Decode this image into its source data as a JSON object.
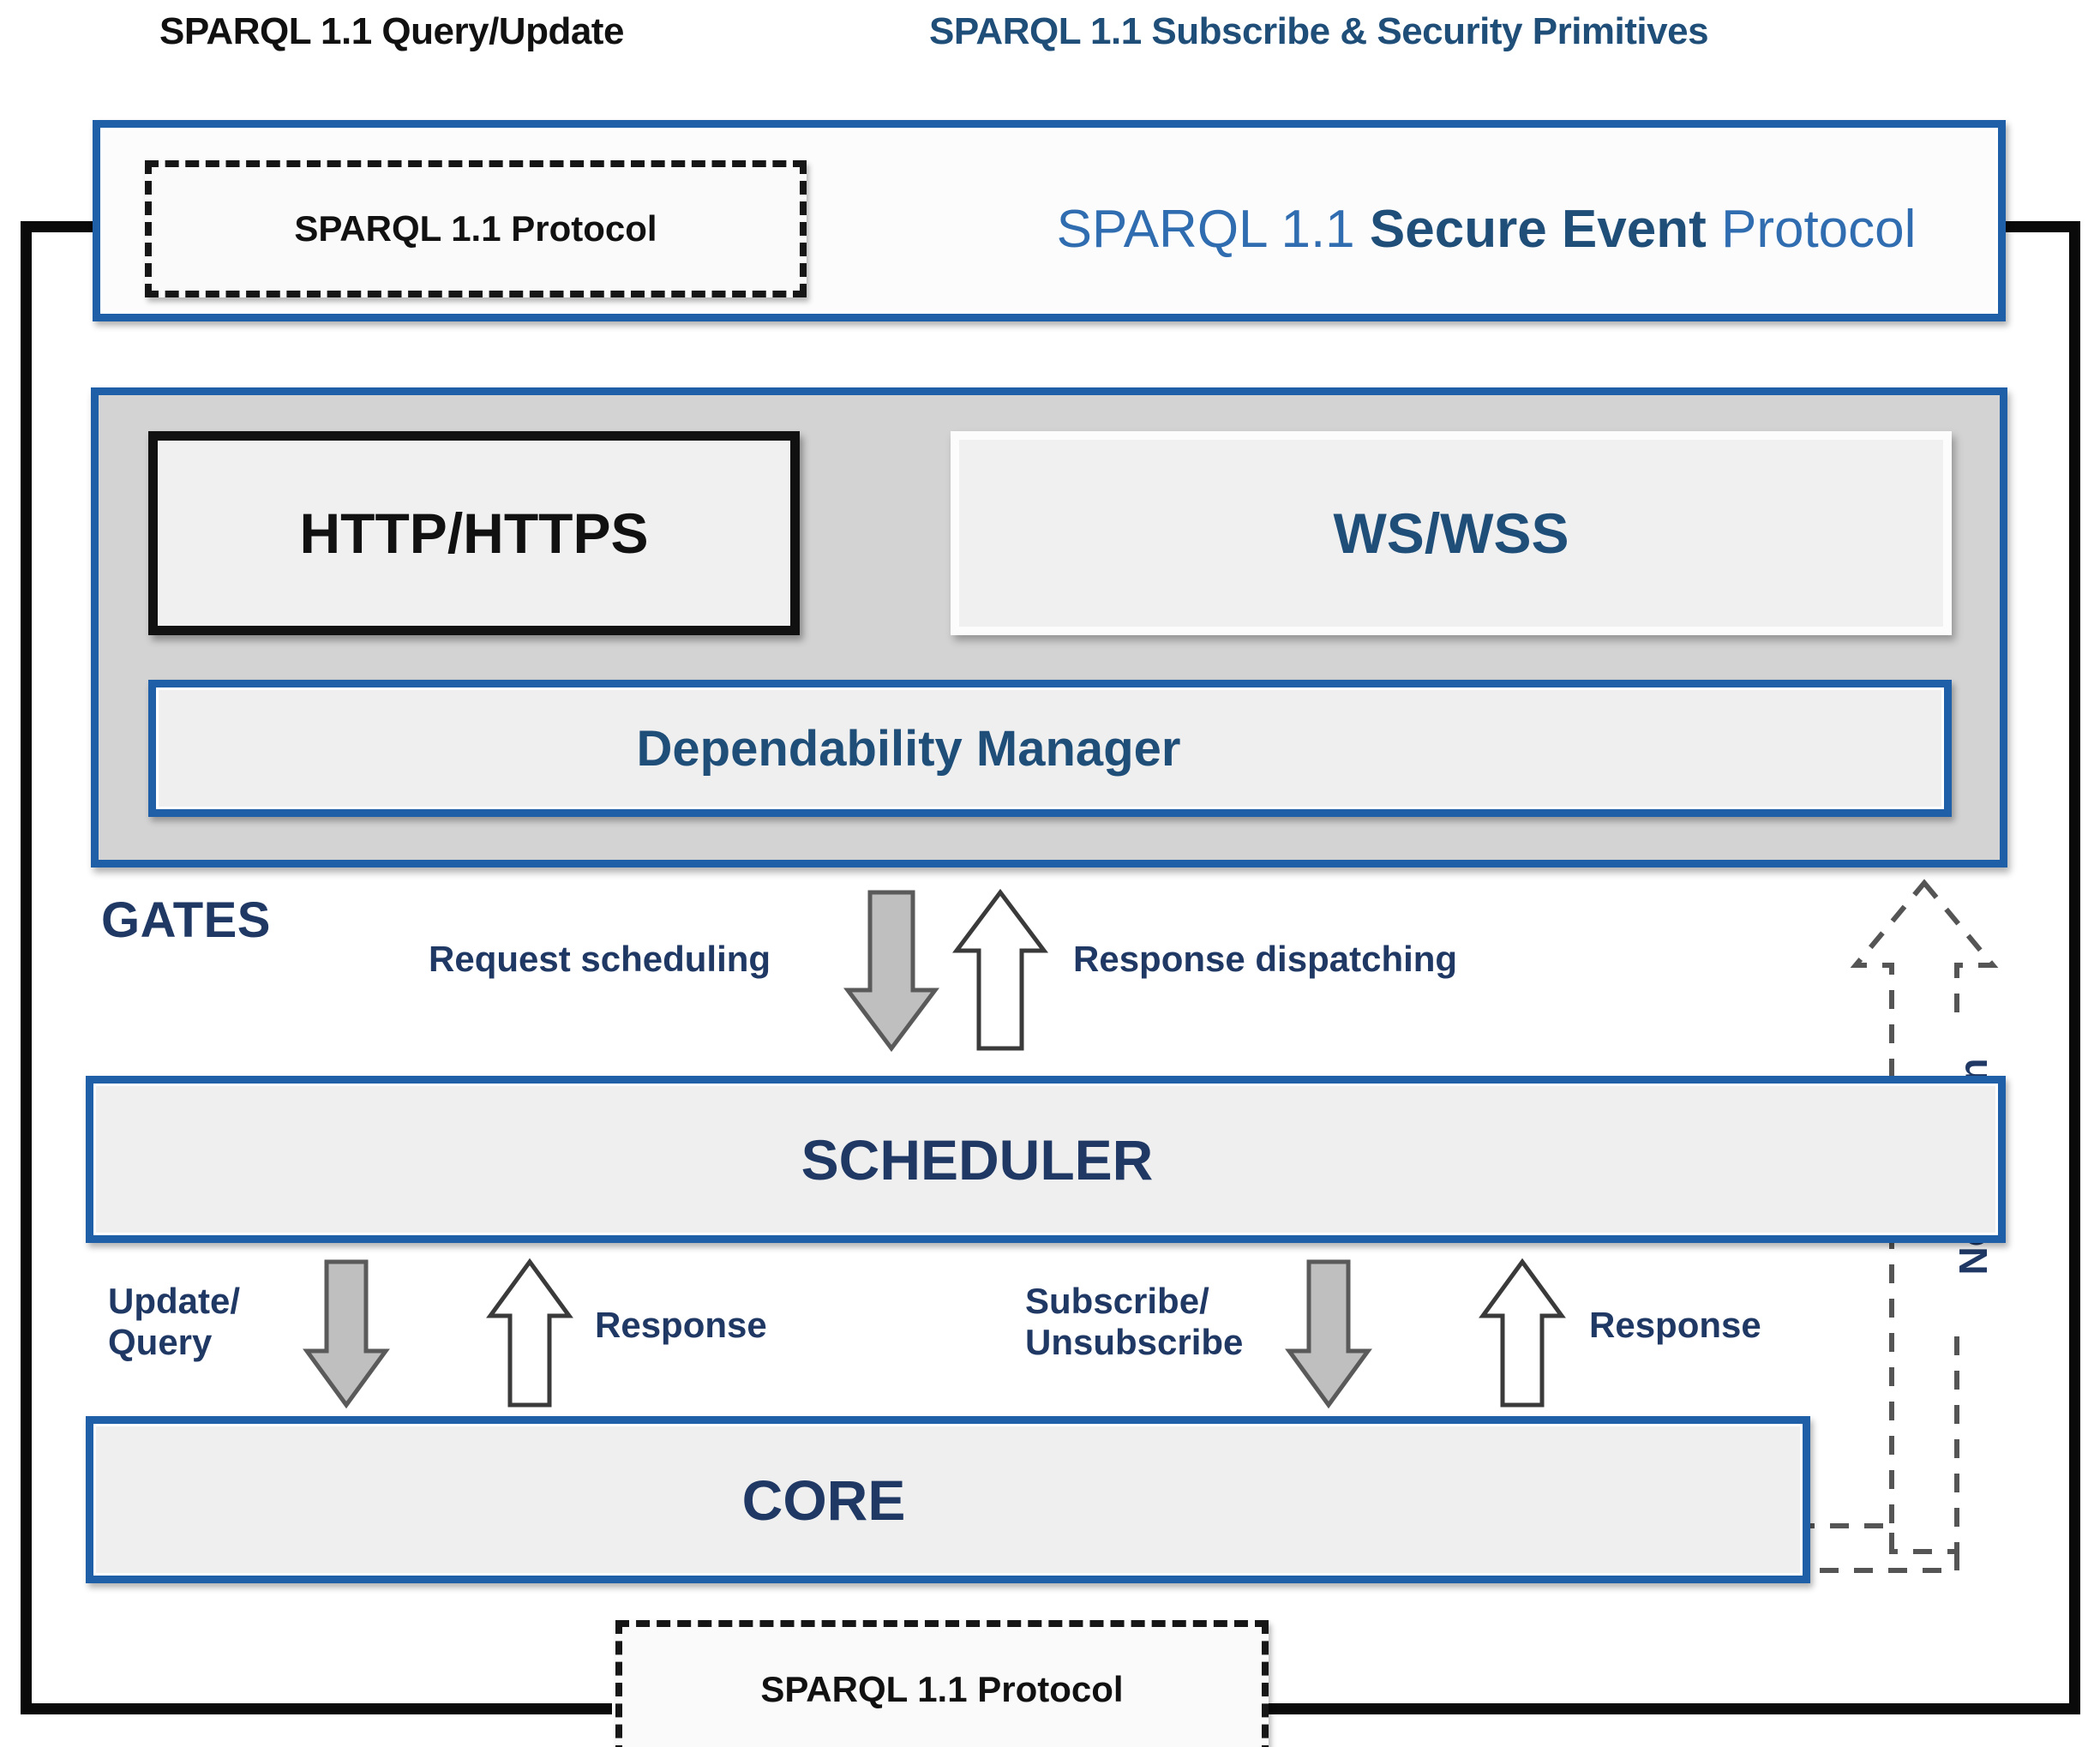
{
  "diagram": {
    "title_left": "SPARQL 1.1 Query/Update",
    "title_right": "SPARQL 1.1 Subscribe & Security Primitives",
    "colors": {
      "blue_border": "#1F5FA8",
      "blue_text": "#1F3864",
      "header_blue": "#1F4E79",
      "black": "#111111",
      "gates_fill": "#D3D3D3",
      "box_fill": "#EFEFEF",
      "arrow_gray": "#BFBFBF"
    }
  },
  "protocol_layer": {
    "left_protocol": "SPARQL 1.1 Protocol",
    "main_label_prefix": "SPARQL 1.1 ",
    "main_label_bold": "Secure Event",
    "main_label_suffix": " Protocol"
  },
  "gates": {
    "label": "GATES",
    "http_box": "HTTP/HTTPS",
    "ws_box": "WS/WSS",
    "dependability_manager": "Dependability Manager"
  },
  "scheduler": {
    "label": "SCHEDULER"
  },
  "core": {
    "label": "CORE"
  },
  "bottom_protocol": {
    "label": "SPARQL 1.1 Protocol"
  },
  "arrows": {
    "request_scheduling": "Request scheduling",
    "response_dispatching": "Response dispatching",
    "update_query": "Update/\nQuery",
    "response_left": "Response",
    "subscribe_unsubscribe": "Subscribe/\nUnsubscribe",
    "response_right": "Response",
    "notification": "Notification"
  }
}
